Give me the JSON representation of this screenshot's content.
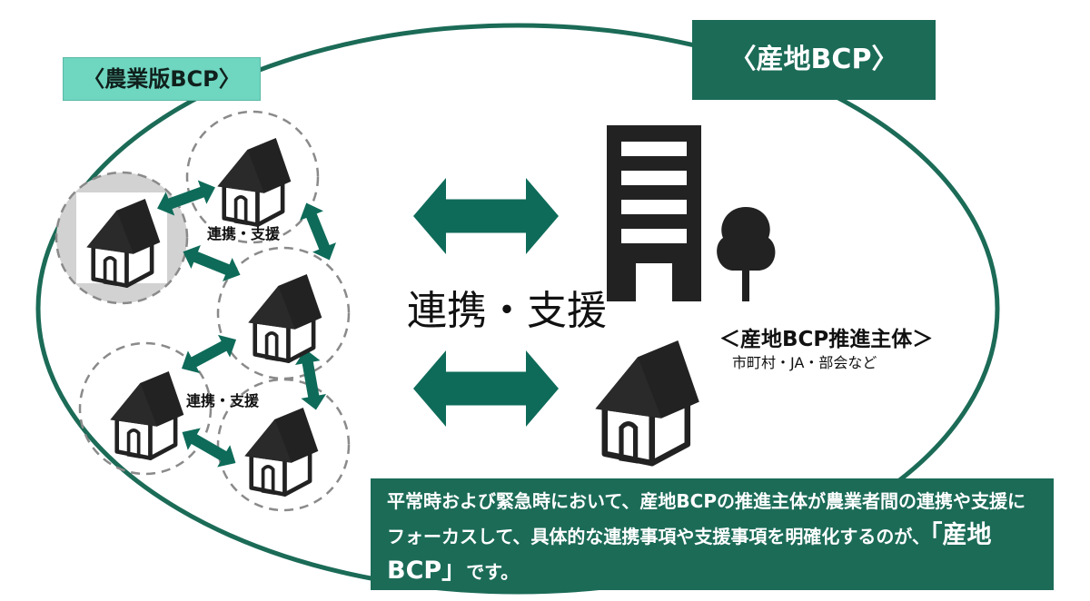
{
  "labels": {
    "farm_bcp": "〈農業版BCP〉",
    "region_bcp": "〈産地BCP〉",
    "coop_support": "連携・支援",
    "entity_title": "＜産地BCP推進主体＞",
    "entity_sub": "市町村・JA・部会など"
  },
  "summary": {
    "part1": "平常時および緊急時において、産地BCPの推進主体が農業者間の連携や支援にフォーカスして、具体的な連携事項や支援事項を明確化するのが、",
    "highlight": "「産地BCP」",
    "part2": "です。"
  },
  "colors": {
    "accent_dark": "#1b6b57",
    "accent_light": "#6fd6c0",
    "arrow": "#0e6b59",
    "icon": "#222222"
  },
  "icons": [
    "house-icon",
    "building-icon",
    "tree-icon",
    "double-arrow-icon"
  ]
}
